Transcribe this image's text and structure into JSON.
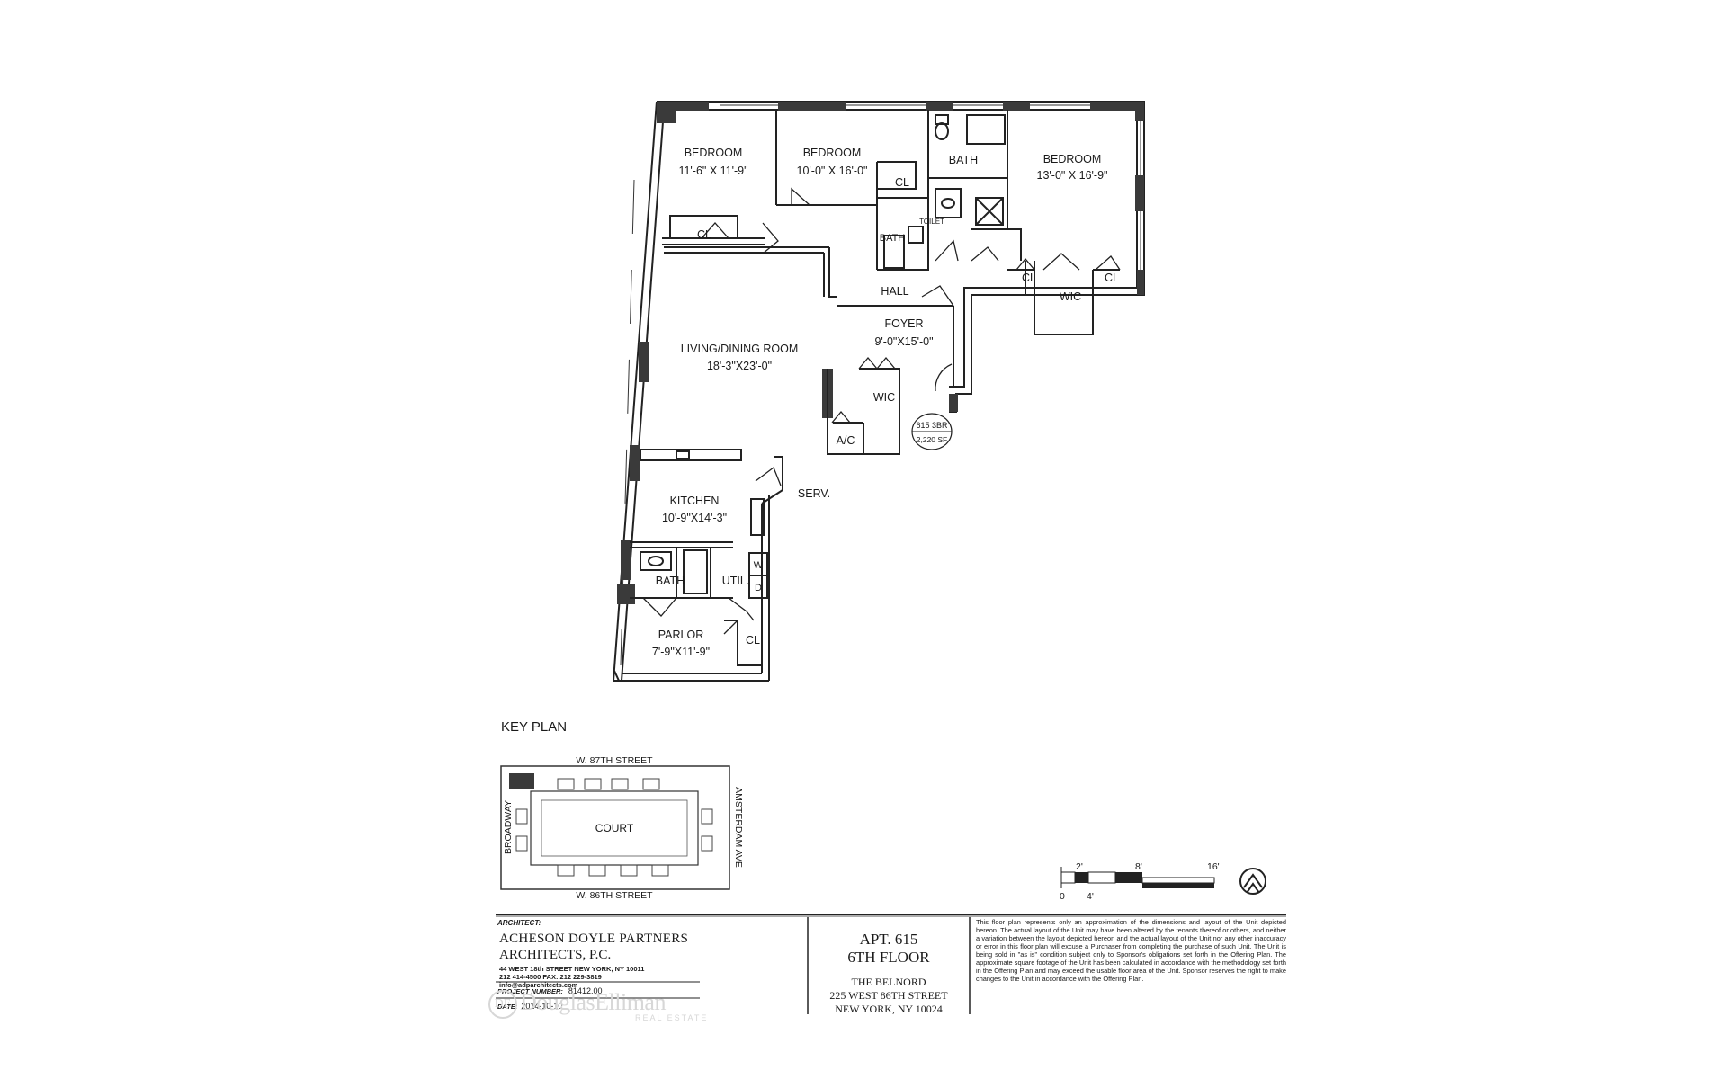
{
  "rooms": {
    "bedroom1": {
      "name": "BEDROOM",
      "dims": "11'-6\" X 11'-9\""
    },
    "bedroom2": {
      "name": "BEDROOM",
      "dims": "10'-0\" X 16'-0\""
    },
    "bedroom3": {
      "name": "BEDROOM",
      "dims": "13'-0\" X 16'-9\""
    },
    "bath_master": "BATH",
    "bath_small": "BATH",
    "toilet": "TOILET",
    "hall": "HALL",
    "foyer": {
      "name": "FOYER",
      "dims": "9'-0\"X15'-0\""
    },
    "living": {
      "name": "LIVING/DINING ROOM",
      "dims": "18'-3\"X23'-0\""
    },
    "kitchen": {
      "name": "KITCHEN",
      "dims": "10'-9\"X14'-3\""
    },
    "serv": "SERV.",
    "bath_kitchen": "BATH",
    "util": "UTIL.",
    "washer": "W",
    "dryer": "D",
    "parlor": {
      "name": "PARLOR",
      "dims": "7'-9\"X11'-9\""
    },
    "ac": "A/C",
    "wic": "WIC",
    "closet": "CL"
  },
  "unit_tag": {
    "line1": "615 3BR",
    "line2": "2,220 SF"
  },
  "key_plan": {
    "title": "KEY PLAN",
    "north_street": "W. 87TH STREET",
    "south_street": "W. 86TH STREET",
    "west_street": "BROADWAY",
    "east_street": "AMSTERDAM AVE",
    "center": "COURT"
  },
  "scale_bar": {
    "top_labels": [
      "2'",
      "8'",
      "16'"
    ],
    "bottom_labels": [
      "0",
      "4'"
    ]
  },
  "title_block": {
    "architect_label": "ARCHITECT:",
    "firm_line1": "ACHESON DOYLE PARTNERS",
    "firm_line2": "ARCHITECTS, P.C.",
    "address": "44 WEST 18th STREET  NEW YORK, NY 10011",
    "phone": "212 414-4500   FAX: 212 229-3819",
    "email": "info@adparchitects.com",
    "project_label": "PROJECT NUMBER:",
    "project_number": "81412.00",
    "date_label": "DATE:",
    "date": "2014-10-10",
    "apt": "APT. 615",
    "floor": "6TH FLOOR",
    "building": "THE BELNORD",
    "street": "225 WEST 86TH STREET",
    "city": "NEW YORK, NY 10024",
    "disclaimer": "This floor plan represents only an approximation of the dimensions and layout of the Unit depicted hereon. The actual layout of the Unit may have been altered by the tenants thereof or others, and neither a variation between the layout depicted hereon and the actual layout of the Unit nor any other inaccuracy or error in this floor plan will excuse a Purchaser from completing the purchase of such Unit. The Unit is being sold in \"as is\" condition subject only to Sponsor's obligations set forth in the Offering Plan. The approximate square footage of the Unit has been calculated in accordance with the methodology set forth in the Offering Plan and may exceed the usable floor area of the Unit. Sponsor reserves the right to make changes to the Unit in accordance with the Offering Plan."
  },
  "watermark": {
    "brand": "DouglasElliman",
    "sub": "REAL ESTATE",
    "logo_letters": "DE"
  }
}
